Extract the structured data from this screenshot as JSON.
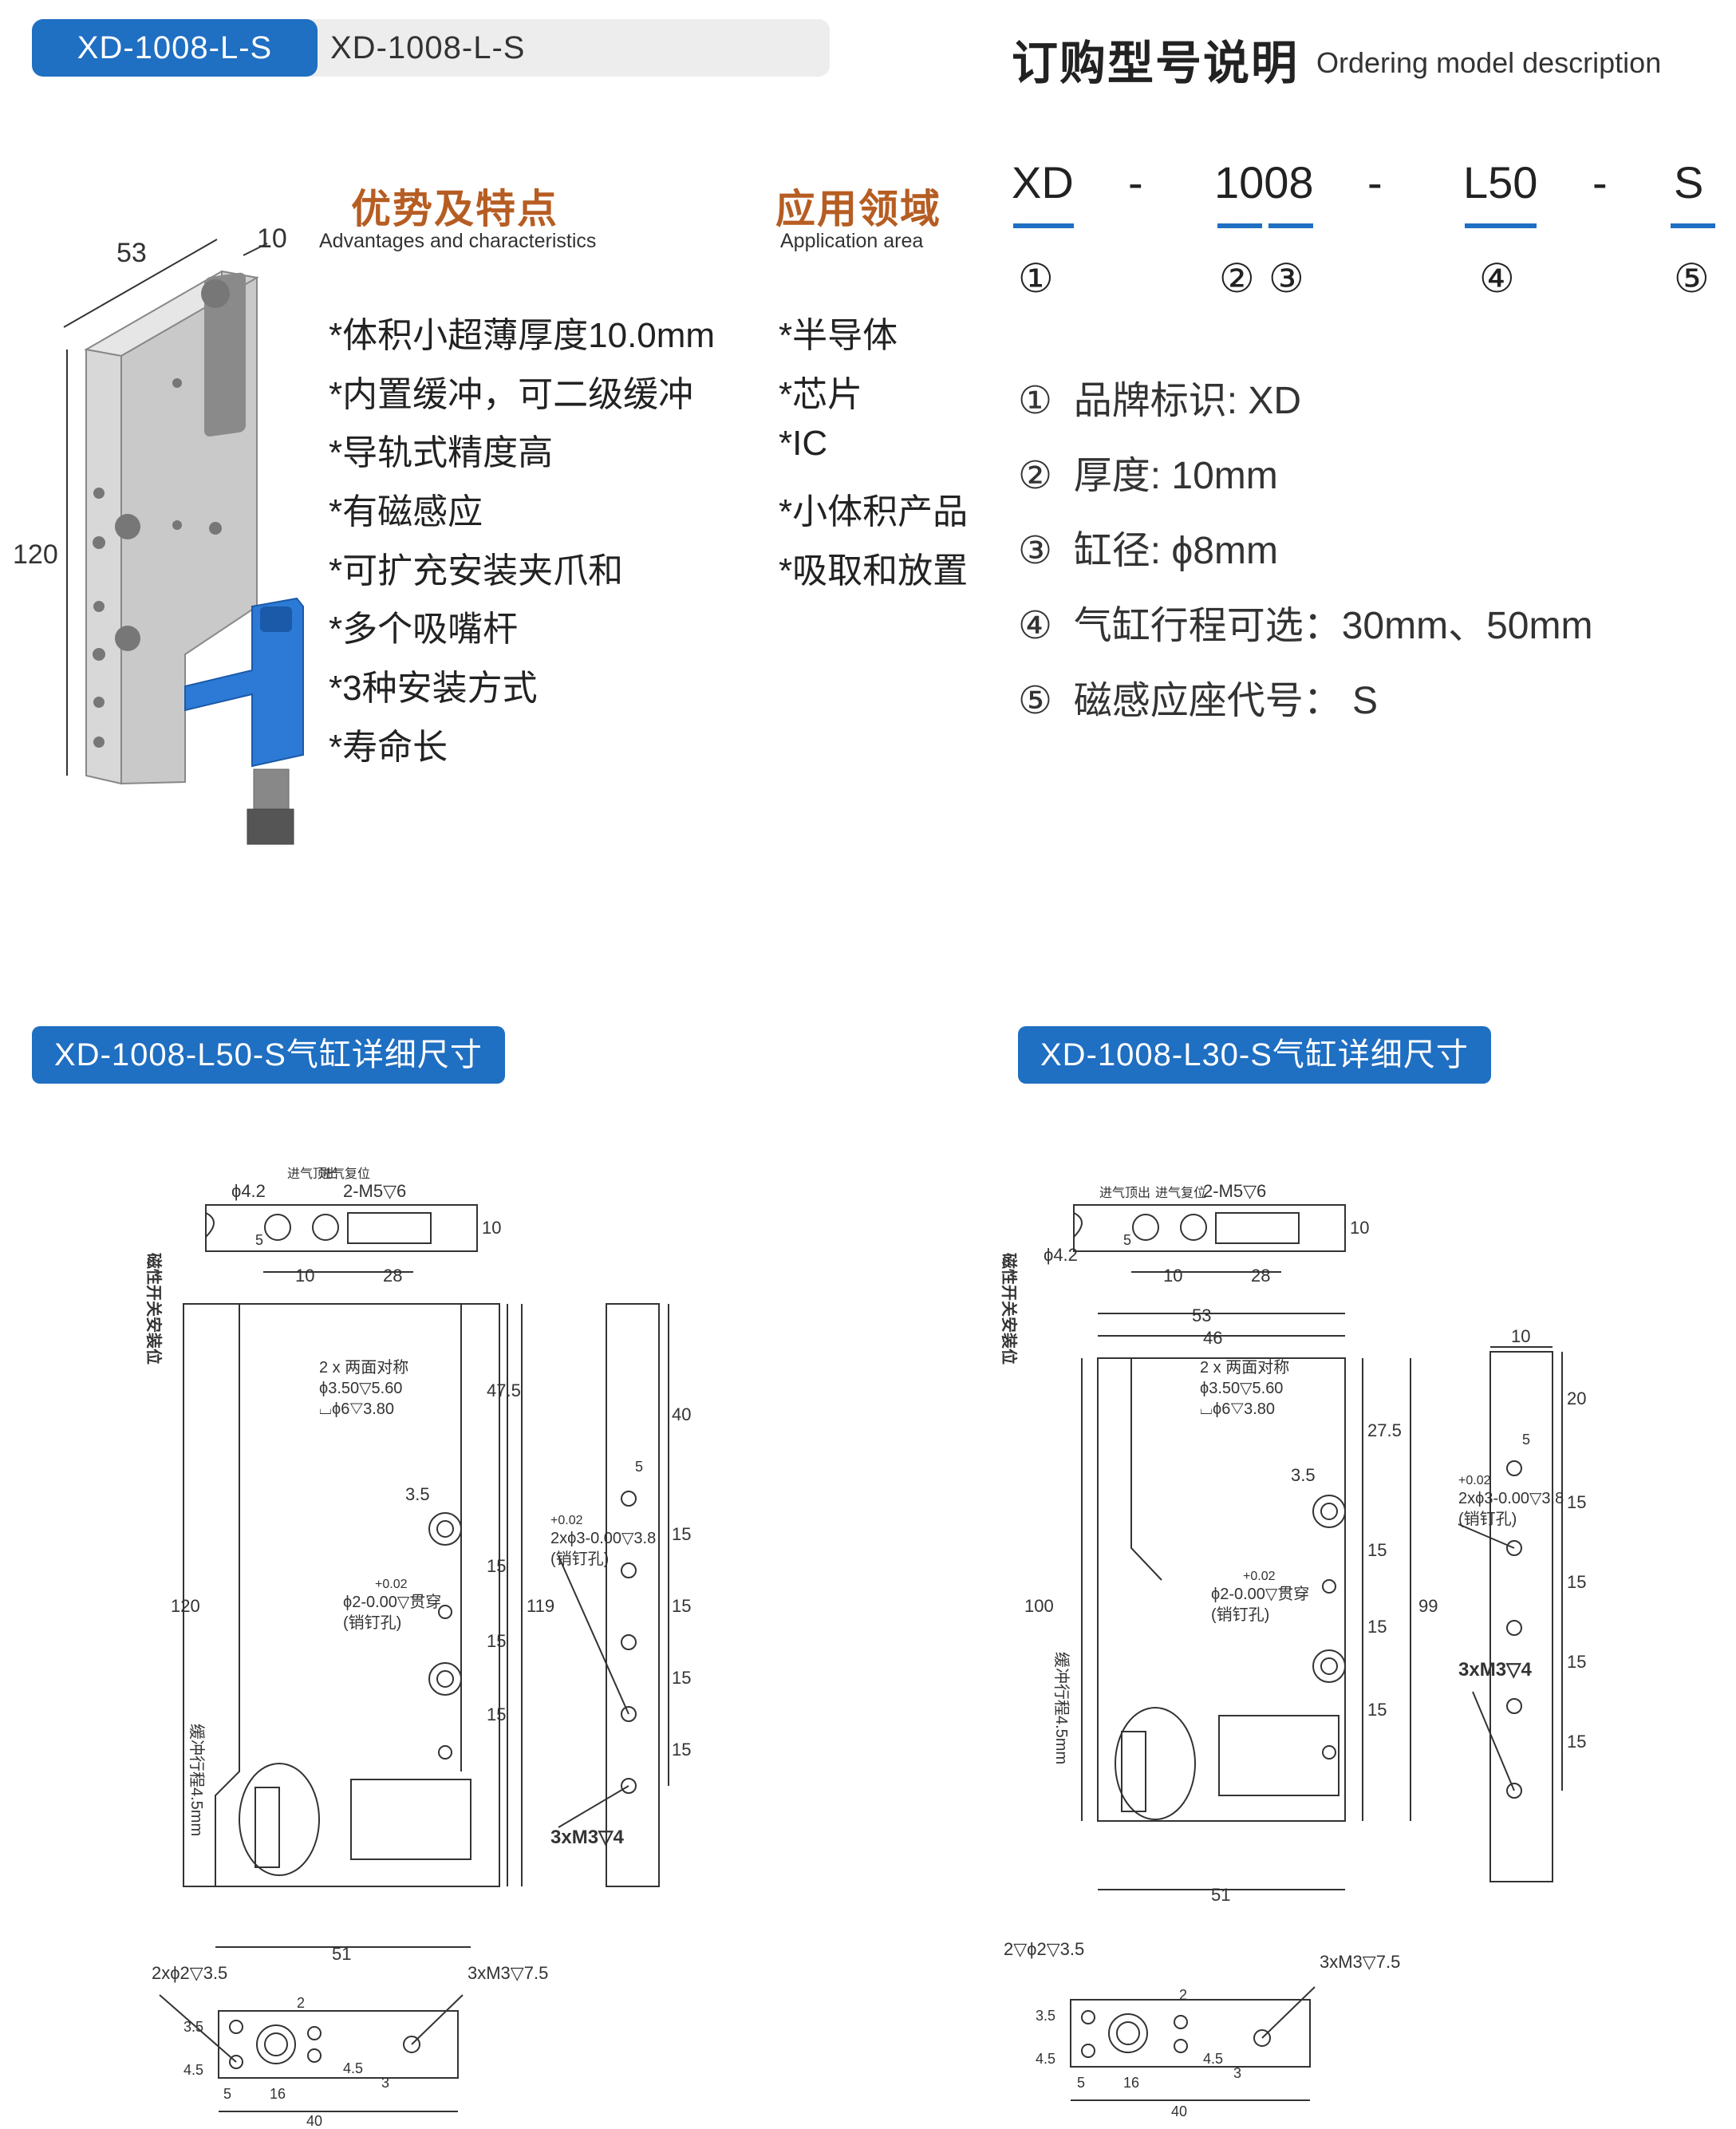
{
  "header": {
    "tag": "XD-1008-L-S",
    "title": "XD-1008-L-S"
  },
  "ordering": {
    "title_cn": "订购型号说明",
    "title_en": "Ordering model description",
    "code_parts": [
      "XD",
      "-",
      "1008",
      "-",
      "L50",
      "-",
      "S"
    ],
    "code_nums": [
      "①",
      "②",
      "③",
      "④",
      "⑤"
    ],
    "items": [
      {
        "num": "①",
        "text": "品牌标识: XD"
      },
      {
        "num": "②",
        "text": "厚度: 10mm"
      },
      {
        "num": "③",
        "text": "缸径: ϕ8mm"
      },
      {
        "num": "④",
        "text": "气缸行程可选：30mm、50mm"
      },
      {
        "num": "⑤",
        "text": "磁感应座代号： S"
      }
    ]
  },
  "advantages": {
    "title": "优势及特点",
    "subtitle": "Advantages and characteristics",
    "items": [
      "*体积小超薄厚度10.0mm",
      "*内置缓冲，可二级缓冲",
      "*导轨式精度高",
      "*有磁感应",
      "*可扩充安装夹爪和",
      "*多个吸嘴杆",
      "*3种安装方式",
      "*寿命长"
    ]
  },
  "application": {
    "title": "应用领域",
    "subtitle": "Application area",
    "items": [
      "*半导体",
      "*芯片",
      "*IC",
      "*小体积产品",
      "*吸取和放置"
    ]
  },
  "product_dims": {
    "width": "53",
    "thickness": "10",
    "height": "120"
  },
  "left_drawing": {
    "tag": "XD-1008-L50-S气缸详细尺寸",
    "top": {
      "d1": "ϕ4.2",
      "l1": "进气顶出",
      "l2": "进气复位",
      "port": "2-M5▽6",
      "d5": "5",
      "d10": "10",
      "d28": "28",
      "h10": "10",
      "switch": "磁性开关安装位"
    },
    "front": {
      "h120": "120",
      "h119": "119",
      "h475": "47.5",
      "h15a": "15",
      "h15b": "15",
      "h15c": "15",
      "w51": "51",
      "h35": "3.5",
      "note1": "2 x 两面对称",
      "note2": "ϕ3.50▽5.60",
      "note3": "⌴ϕ6▽3.80",
      "pin": "ϕ2-0.00▽贯穿",
      "pin_tol": "+0.02",
      "pin_cn": "(销钉孔)",
      "buffer": "缓冲行程4.5mm"
    },
    "side": {
      "h40": "40",
      "h5": "5",
      "h15a": "15",
      "h15b": "15",
      "h15c": "15",
      "h15d": "15",
      "pin": "2xϕ3-0.00▽3.8",
      "pin_tol": "+0.02",
      "pin_cn": "(销钉孔)",
      "tap": "3xM3▽4"
    },
    "bottom": {
      "hole": "2xϕ2▽3.5",
      "d35": "3.5",
      "d45a": "4.5",
      "d45b": "4.5",
      "d2": "2",
      "d3": "3",
      "d5": "5",
      "d16": "16",
      "d40": "40",
      "tap": "3xM3▽7.5"
    }
  },
  "right_drawing": {
    "tag": "XD-1008-L30-S气缸详细尺寸",
    "top": {
      "d1": "ϕ4.2",
      "l1": "进气顶出",
      "l2": "进气复位",
      "port": "2-M5▽6",
      "d5": "5",
      "d10": "10",
      "d28": "28",
      "h10": "10",
      "switch": "磁性开关安装位"
    },
    "front": {
      "w53": "53",
      "w46": "46",
      "h100": "100",
      "h99": "99",
      "h275": "27.5",
      "h15a": "15",
      "h15b": "15",
      "h15c": "15",
      "w51": "51",
      "h35": "3.5",
      "note1": "2 x 两面对称",
      "note2": "ϕ3.50▽5.60",
      "note3": "⌴ϕ6▽3.80",
      "pin": "ϕ2-0.00▽贯穿",
      "pin_tol": "+0.02",
      "pin_cn": "(销钉孔)",
      "buffer": "缓冲行程4.5mm"
    },
    "side": {
      "w10": "10",
      "h20": "20",
      "h5": "5",
      "h15a": "15",
      "h15b": "15",
      "h15c": "15",
      "h15d": "15",
      "pin": "2xϕ3-0.00▽3.8",
      "pin_tol": "+0.02",
      "pin_cn": "(销钉孔)",
      "tap": "3xM3▽4"
    },
    "bottom": {
      "hole": "2▽ϕ2▽3.5",
      "d35": "3.5",
      "d45a": "4.5",
      "d45b": "4.5",
      "d2": "2",
      "d3": "3",
      "d5": "5",
      "d16": "16",
      "d40": "40",
      "tap": "3xM3▽7.5"
    }
  }
}
